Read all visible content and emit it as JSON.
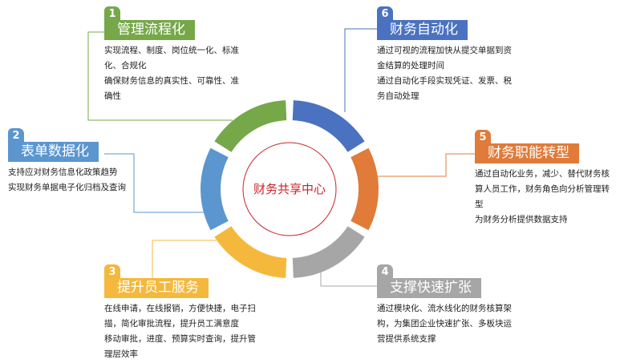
{
  "center": {
    "title": "财务共享中心",
    "color": "#c8242b"
  },
  "segments": [
    {
      "id": 6,
      "color": "#4a72c0"
    },
    {
      "id": 5,
      "color": "#e07b3a"
    },
    {
      "id": 4,
      "color": "#a6a6a6"
    },
    {
      "id": 3,
      "color": "#f4b93c"
    },
    {
      "id": 2,
      "color": "#5b96cf"
    },
    {
      "id": 1,
      "color": "#76a84a"
    }
  ],
  "items": [
    {
      "num": "1",
      "title": "管理流程化",
      "color": "#76a84a",
      "lines": [
        "实现流程、制度、岗位统一化、标准",
        "化、合规化",
        "确保财务信息的真实性、可靠性、准",
        "确性"
      ]
    },
    {
      "num": "2",
      "title": "表单数据化",
      "color": "#5b96cf",
      "lines": [
        "支持应对财务信息化政策趋势",
        "实现财务单据电子化归档及查询"
      ]
    },
    {
      "num": "3",
      "title": "提升员工服务",
      "color": "#f4b93c",
      "lines": [
        "在线申请，在线报销，方便快捷，电子扫",
        "描，简化审批流程，提升员工满意度",
        "移动审批，进度、预算实时查询，提升管",
        "理层效率"
      ]
    },
    {
      "num": "4",
      "title": "支撑快速扩张",
      "color": "#a6a6a6",
      "lines": [
        "通过模块化、流水线化的财务核算架",
        "构，为集团企业快速扩张、多板块运",
        "营提供系统支撑"
      ]
    },
    {
      "num": "5",
      "title": "财务职能转型",
      "color": "#e07b3a",
      "lines": [
        "通过自动化业务，减少、替代财务核",
        "算人员工作，财务角色向分析管理转",
        "型",
        "为财务分析提供数据支持"
      ]
    },
    {
      "num": "6",
      "title": "财务自动化",
      "color": "#4a72c0",
      "lines": [
        "通过可视的流程加快从提交单据到资",
        "金结算的处理时间",
        "通过自动化手段实现凭证、发票、税",
        "务自动处理"
      ]
    }
  ]
}
